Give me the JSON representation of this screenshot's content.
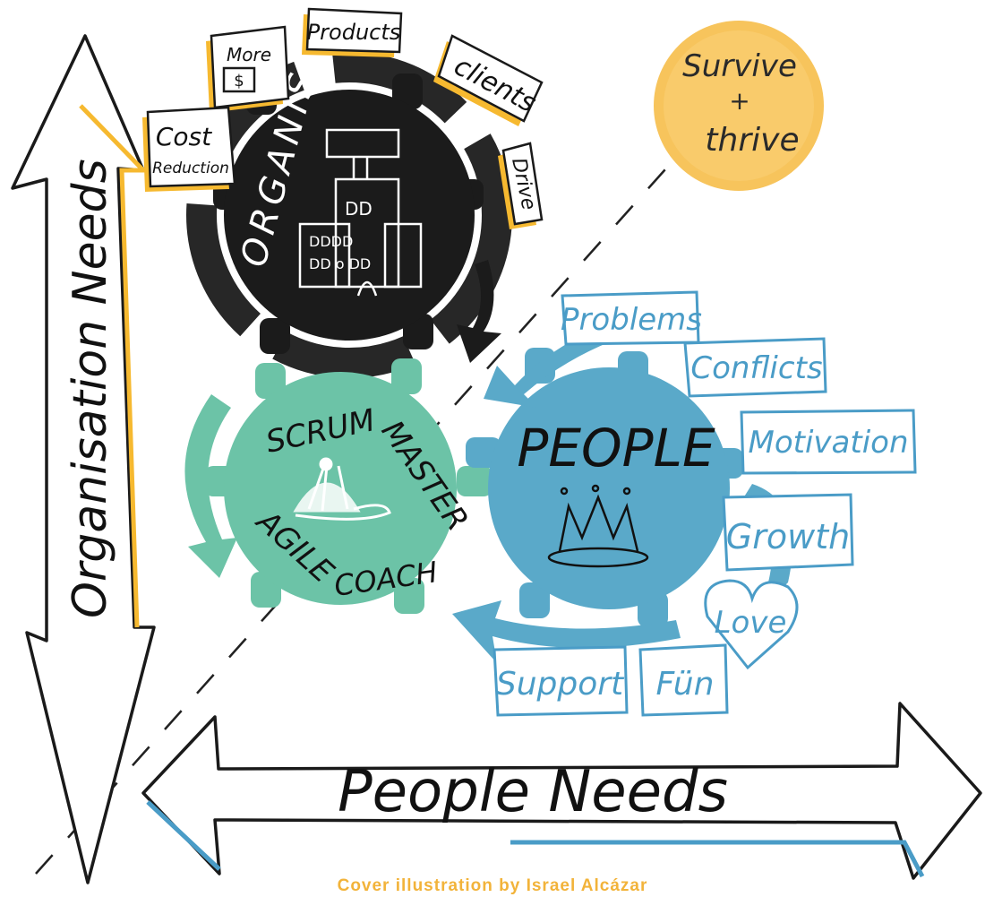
{
  "corner_circle": {
    "line1": "Survive",
    "line2": "+",
    "line3": "thrive"
  },
  "organisation_gear": {
    "title": "ORGANISATION",
    "tags": {
      "more": "More",
      "dollar": "$",
      "products": "Products",
      "clients": "clients",
      "cost": "Cost",
      "reduction": "Reduction",
      "drive": "Drive"
    }
  },
  "coach_gear": {
    "scrum": "SCRUM",
    "master": "MASTER",
    "agile": "AGILE",
    "coach": "COACH"
  },
  "people_gear": {
    "title": "PEOPLE",
    "tags": {
      "problems": "Problems",
      "conflicts": "Conflicts",
      "motivation": "Motivation",
      "growth": "Growth",
      "love": "Love",
      "fun": "Fün",
      "support": "Support"
    }
  },
  "axes": {
    "vertical": "Organisation Needs",
    "horizontal": "People Needs"
  },
  "credit": "Cover illustration by Israel Alcázar",
  "colors": {
    "organisation": "#1b1b1b",
    "coach": "#6cc3a7",
    "people": "#5aa9c9",
    "yellow": "#f6b930",
    "blue_line": "#4a9cc7",
    "sun": "#f7c45c"
  }
}
